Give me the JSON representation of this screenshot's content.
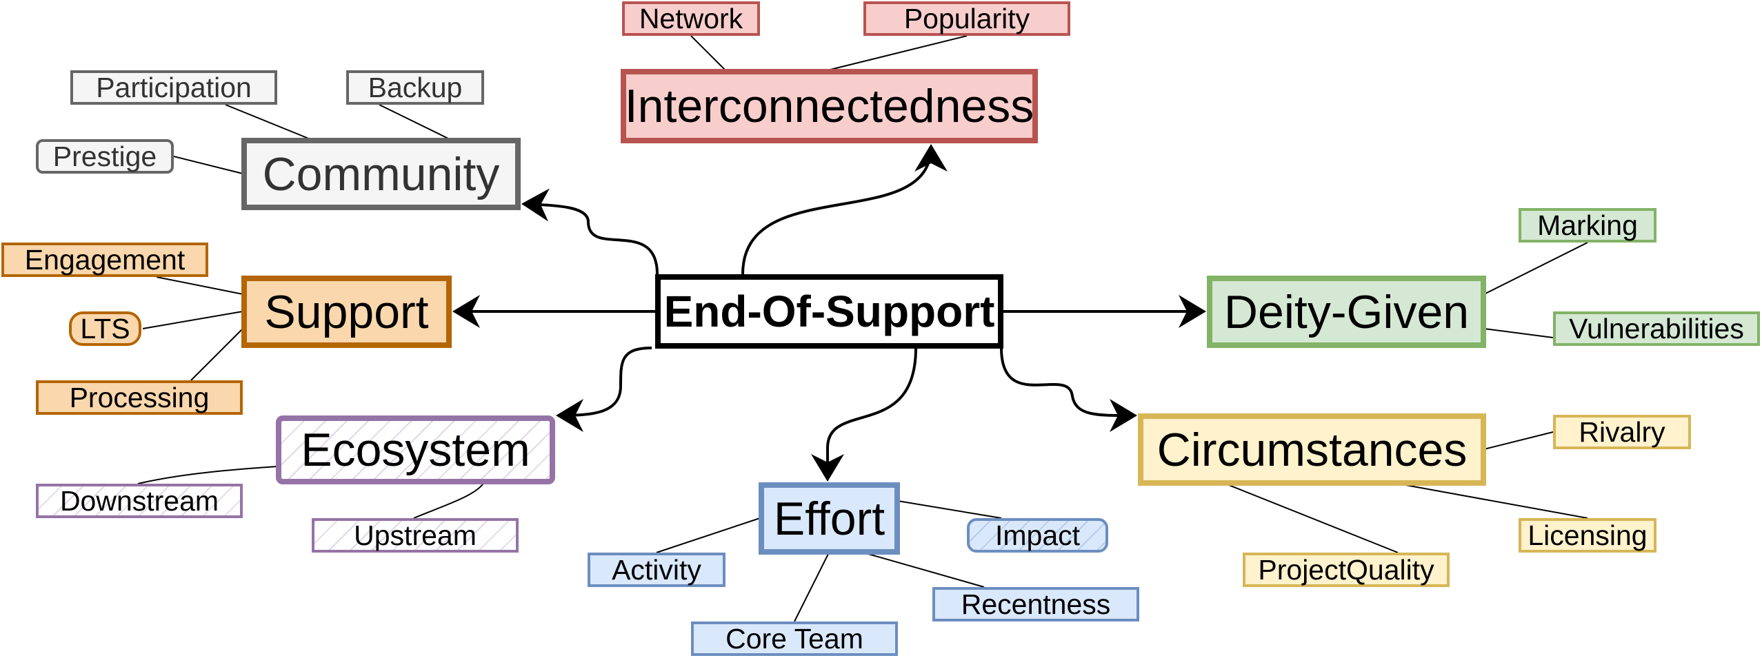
{
  "center": {
    "label": "End-Of-Support"
  },
  "branches": {
    "interconnectedness": {
      "label": "Interconnectedness",
      "color": {
        "fill": "#f8cecc",
        "stroke": "#b85450"
      },
      "leaves": [
        "Network",
        "Popularity"
      ]
    },
    "community": {
      "label": "Community",
      "color": {
        "fill": "#f5f5f5",
        "stroke": "#666666"
      },
      "leaves": [
        "Participation",
        "Backup",
        "Prestige"
      ]
    },
    "support": {
      "label": "Support",
      "color": {
        "fill": "#fad7ac",
        "stroke": "#b46504"
      },
      "leaves": [
        "Engagement",
        "LTS",
        "Processing"
      ]
    },
    "ecosystem": {
      "label": "Ecosystem",
      "color": {
        "fill": "#e1d5e7",
        "stroke": "#9673a6"
      },
      "leaves": [
        "Downstream",
        "Upstream"
      ]
    },
    "effort": {
      "label": "Effort",
      "color": {
        "fill": "#dae8fc",
        "stroke": "#6c8ebf"
      },
      "leaves": [
        "Activity",
        "Impact",
        "Recentness",
        "Core Team"
      ]
    },
    "circumstances": {
      "label": "Circumstances",
      "color": {
        "fill": "#fff2cc",
        "stroke": "#d6b656"
      },
      "leaves": [
        "Rivalry",
        "Licensing",
        "ProjectQuality"
      ]
    },
    "deity_given": {
      "label": "Deity-Given",
      "color": {
        "fill": "#d5e8d4",
        "stroke": "#82b366"
      },
      "leaves": [
        "Marking",
        "Vulnerabilities"
      ]
    }
  }
}
